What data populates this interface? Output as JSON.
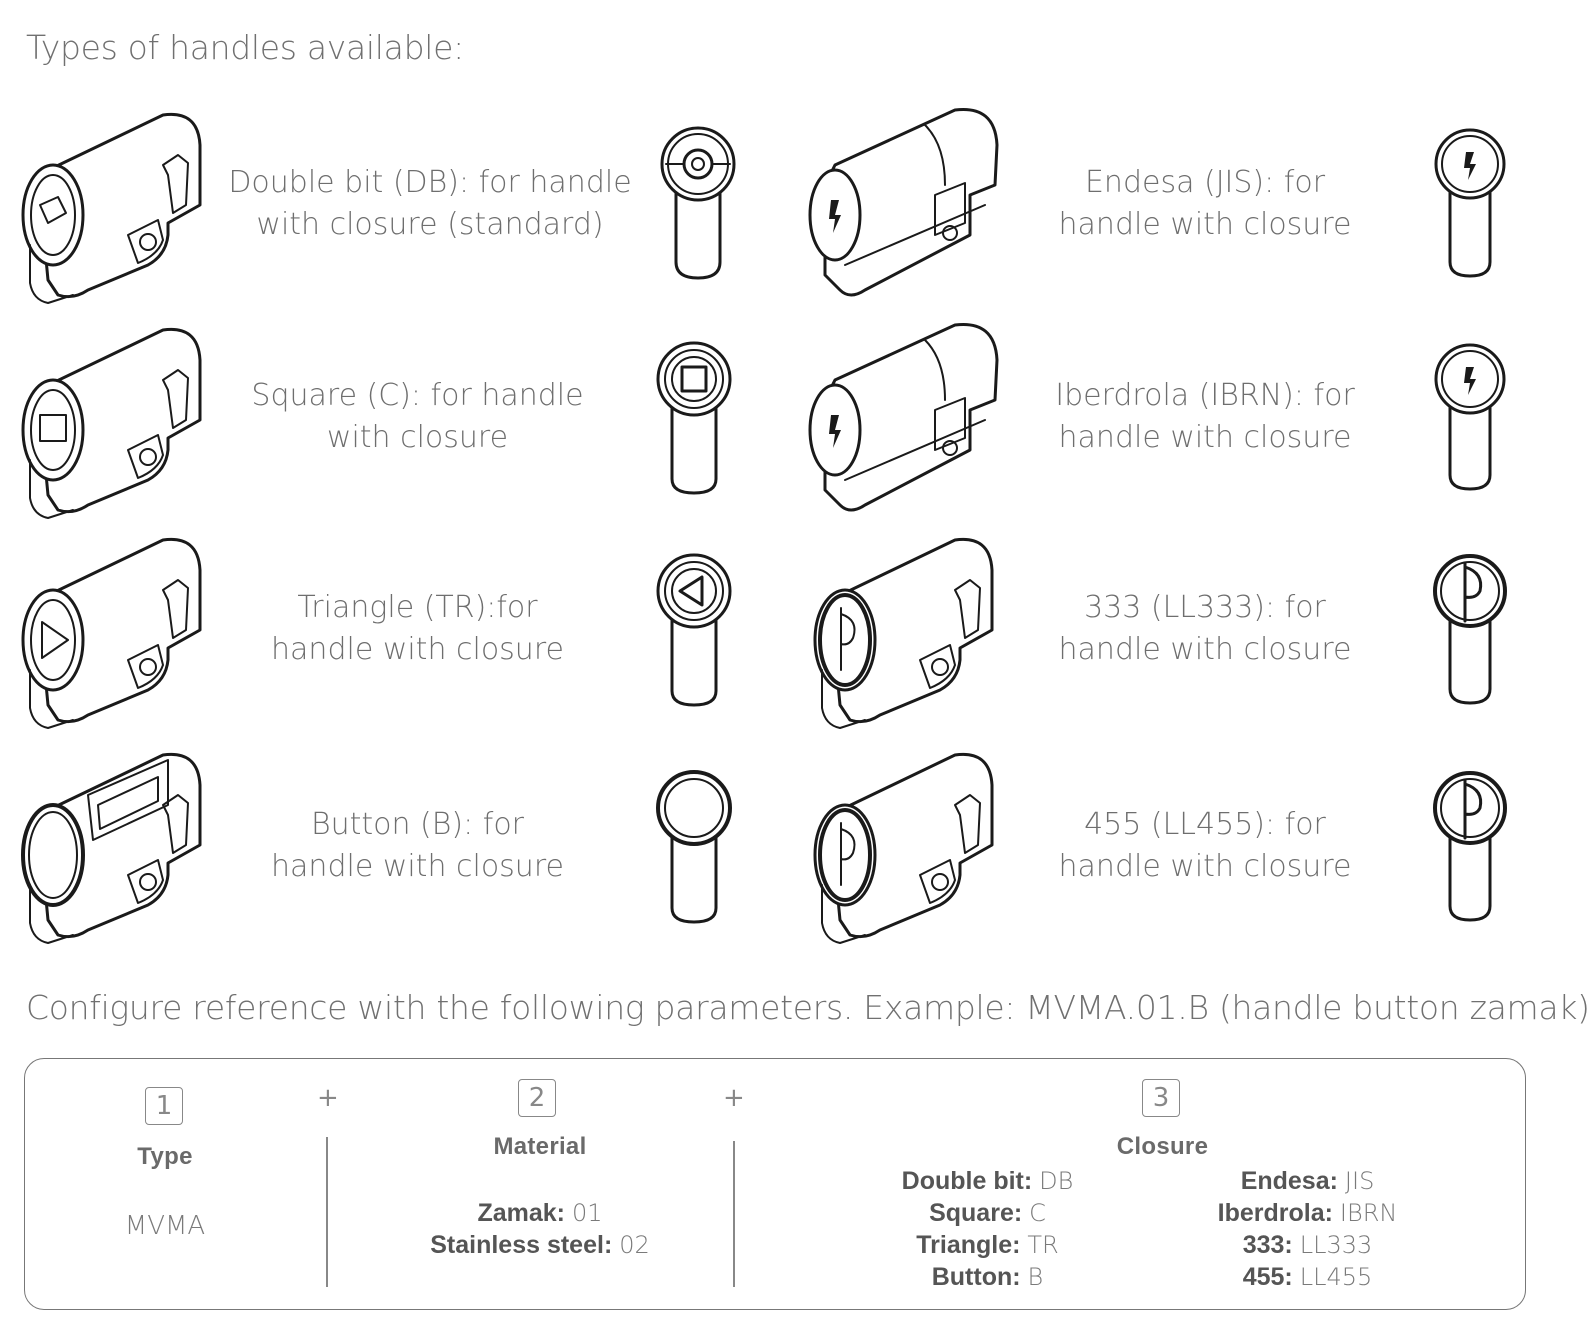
{
  "heading_types": "Types of handles available:",
  "handles": [
    {
      "label_line1": "Double bit (DB): for handle",
      "label_line2": "with closure (standard)",
      "cylinder_icon": "double-bit-cylinder-icon",
      "handle_icon": "double-bit-handle-icon"
    },
    {
      "label_line1": "Endesa (JIS): for",
      "label_line2": "handle with closure",
      "cylinder_icon": "endesa-cylinder-icon",
      "handle_icon": "endesa-handle-icon"
    },
    {
      "label_line1": "Square (C): for handle",
      "label_line2": "with closure",
      "cylinder_icon": "square-cylinder-icon",
      "handle_icon": "square-handle-icon"
    },
    {
      "label_line1": "Iberdrola (IBRN): for",
      "label_line2": "handle with closure",
      "cylinder_icon": "iberdrola-cylinder-icon",
      "handle_icon": "iberdrola-handle-icon"
    },
    {
      "label_line1": "Triangle (TR):for",
      "label_line2": "handle with closure",
      "cylinder_icon": "triangle-cylinder-icon",
      "handle_icon": "triangle-handle-icon"
    },
    {
      "label_line1": "333 (LL333): for",
      "label_line2": "handle with closure",
      "cylinder_icon": "ll333-cylinder-icon",
      "handle_icon": "ll333-handle-icon"
    },
    {
      "label_line1": "Button (B): for",
      "label_line2": "handle with closure",
      "cylinder_icon": "button-cylinder-icon",
      "handle_icon": "button-handle-icon"
    },
    {
      "label_line1": "455 (LL455): for",
      "label_line2": "handle with closure",
      "cylinder_icon": "ll455-cylinder-icon",
      "handle_icon": "ll455-handle-icon"
    }
  ],
  "heading_configure": "Configure reference with the following parameters. Example: MVMA.01.B (handle button zamak)",
  "config": {
    "plus": "+",
    "type": {
      "num": "1",
      "title": "Type",
      "value": "MVMA"
    },
    "material": {
      "num": "2",
      "title": "Material",
      "options": [
        {
          "name": "Zamak:",
          "code": "01"
        },
        {
          "name": "Stainless steel:",
          "code": "02"
        }
      ]
    },
    "closure": {
      "num": "3",
      "title": "Closure",
      "left": [
        {
          "name": "Double bit:",
          "code": "DB"
        },
        {
          "name": "Square:",
          "code": "C"
        },
        {
          "name": "Triangle:",
          "code": "TR"
        },
        {
          "name": "Button:",
          "code": "B"
        }
      ],
      "right": [
        {
          "name": "Endesa:",
          "code": "JIS"
        },
        {
          "name": "Iberdrola:",
          "code": "IBRN"
        },
        {
          "name": "333:",
          "code": "LL333"
        },
        {
          "name": "455:",
          "code": "LL455"
        }
      ]
    }
  }
}
